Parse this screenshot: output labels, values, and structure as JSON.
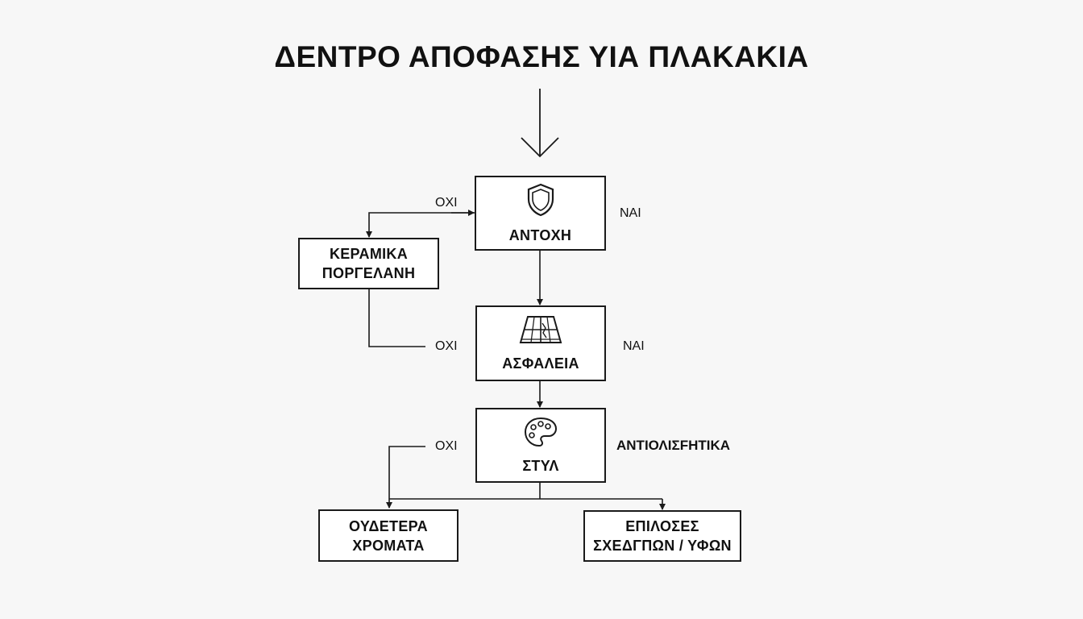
{
  "title": "ΔΕΝΤΡΟ ΑΠΟΦΑΣΗΣ ΥΙΑ ΠΛΑΚΑΚΙΑ",
  "nodes": {
    "antoxi": {
      "label": "ΑΝΤΟΧΗ",
      "icon": "shield-icon"
    },
    "asfaleia": {
      "label": "ΑΣΦΑΛΕΙΑ",
      "icon": "floor-tiles-icon"
    },
    "styl": {
      "label": "ΣΤΥΛ",
      "icon": "palette-icon"
    },
    "keramika": {
      "line1": "ΚΕΡΑΜΙΚΑ",
      "line2": "ΠΟΡΓΕΛΑΝΗ"
    },
    "oudetera": {
      "line1": "ΟΥΔΕΤΕΡΑ",
      "line2": "ΧΡΟΜΑΤΑ"
    },
    "epiloges": {
      "line1": "ΕΠΙΛΟΣΕΣ",
      "line2": "ΣΧΕΔΓΠΩΝ / ΥΦΩΝ"
    }
  },
  "edge_labels": {
    "antoxi_no": "ΟΧΙ",
    "antoxi_yes": "ΝΑΙ",
    "asfaleia_no": "ΟΧΙ",
    "asfaleia_yes": "ΝΑΙ",
    "styl_no": "ΟΧΙ",
    "styl_yes": "ΑΝΤΙΟΛΙΣFΗΤΙΚΑ"
  }
}
